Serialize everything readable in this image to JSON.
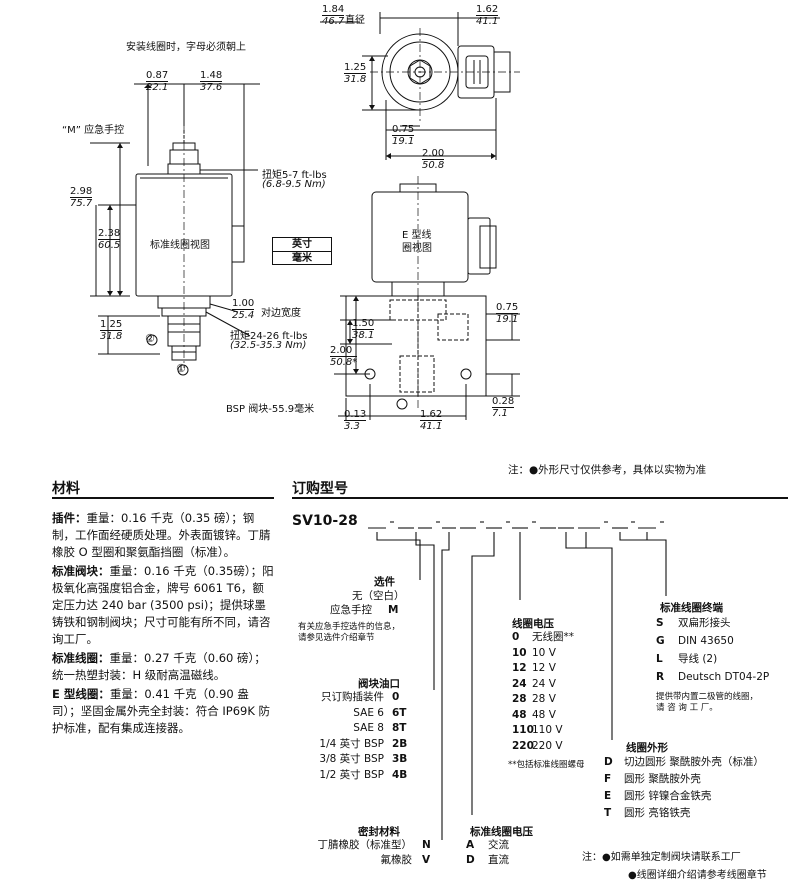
{
  "drawing": {
    "top_note": "安装线圈时，字母必须朝上",
    "manual_override": "“M” 应急手控",
    "dims": {
      "d087": {
        "in": "0.87",
        "mm": "22.1"
      },
      "d148": {
        "in": "1.48",
        "mm": "37.6"
      },
      "d298": {
        "in": "2.98",
        "mm": "75.7"
      },
      "d238": {
        "in": "2.38",
        "mm": "60.5"
      },
      "d125a": {
        "in": "1.25",
        "mm": "31.8"
      },
      "d100": {
        "in": "1.00",
        "mm": "25.4"
      },
      "d184": {
        "in": "1.84",
        "mm": "46.7"
      },
      "d162a": {
        "in": "1.62",
        "mm": "41.1"
      },
      "d125b": {
        "in": "1.25",
        "mm": "31.8"
      },
      "d075a": {
        "in": "0.75",
        "mm": "19.1"
      },
      "d200a": {
        "in": "2.00",
        "mm": "50.8"
      },
      "d075b": {
        "in": "0.75",
        "mm": "19.1"
      },
      "d150": {
        "in": "1.50",
        "mm": "38.1"
      },
      "d200b": {
        "in": "2.00",
        "mm": "50.8*"
      },
      "d028": {
        "in": "0.28",
        "mm": "7.1"
      },
      "d013": {
        "in": "0.13",
        "mm": "3.3"
      },
      "d162b": {
        "in": "1.62",
        "mm": "41.1"
      }
    },
    "diameter": "直径",
    "torque1": "扭矩5-7 ft-lbs",
    "torque1_nm": "(6.8-9.5 Nm)",
    "across_flats": "对边宽度",
    "torque2": "扭矩24-26 ft-lbs",
    "torque2_nm": "(32.5-35.3 Nm)",
    "std_coil_view": "标准线圈视图",
    "e_coil_view_1": "E 型线",
    "e_coil_view_2": "圈视图",
    "units_in": "英寸",
    "units_mm": "毫米",
    "bsp_block": "BSP 阀块-55.9毫米",
    "port1": "①",
    "port2": "②",
    "note_top": "注：●外形尺寸仅供参考，具体以实物为准"
  },
  "materials": {
    "heading": "材料",
    "items": [
      {
        "label": "插件：",
        "text": "重量：0.16 千克（0.35 磅）；钢制，工作面经硬质处理。外表面镀锌。丁腈橡胶 O 型圈和聚氨酯挡圈（标准）。"
      },
      {
        "label": "标准阀块：",
        "text": "重量：0.16 千克（0.35磅）；阳极氧化高强度铝合金，牌号 6061 T6，额定压力达 240 bar (3500 psi)；提供球墨铸铁和钢制阀块；尺寸可能有所不同，请咨询工厂。"
      },
      {
        "label": "标准线圈：",
        "text": "重量：0.27 千克（0.60 磅）；统一热塑封装：H 级耐高温磁线。"
      },
      {
        "label": "E 型线圈：",
        "text": "重量：0.41 千克（0.90 盎司）；坚固金属外壳全封装：符合 IP69K 防护标准，配有集成连接器。"
      }
    ]
  },
  "ordering": {
    "heading": "订购型号",
    "model": "SV10-28",
    "option": {
      "title": "选件",
      "rows": [
        {
          "name": "无（空白）",
          "code": ""
        },
        {
          "name": "应急手控",
          "code": "M"
        }
      ],
      "note1": "有关应急手控选件的信息，",
      "note2": "请参见选件介绍章节"
    },
    "port": {
      "title": "阀块油口",
      "rows": [
        {
          "name": "只订购插装件",
          "code": "0"
        },
        {
          "name": "SAE 6",
          "code": "6T"
        },
        {
          "name": "SAE 8",
          "code": "8T"
        },
        {
          "name": "1/4 英寸 BSP",
          "code": "2B"
        },
        {
          "name": "3/8 英寸 BSP",
          "code": "3B"
        },
        {
          "name": "1/2 英寸 BSP",
          "code": "4B"
        }
      ]
    },
    "seal": {
      "title": "密封材料",
      "rows": [
        {
          "name": "丁腈橡胶（标准型）",
          "code": "N"
        },
        {
          "name": "氟橡胶",
          "code": "V"
        }
      ]
    },
    "voltage": {
      "title": "线圈电压",
      "rows": [
        {
          "code": "0",
          "name": "无线圈**"
        },
        {
          "code": "10",
          "name": "10 V"
        },
        {
          "code": "12",
          "name": "12 V"
        },
        {
          "code": "24",
          "name": "24 V"
        },
        {
          "code": "28",
          "name": "28 V"
        },
        {
          "code": "48",
          "name": "48 V"
        },
        {
          "code": "110",
          "name": "110 V"
        },
        {
          "code": "220",
          "name": "220 V"
        }
      ],
      "note": "**包括标准线圈螺母"
    },
    "coil_voltage": {
      "title": "标准线圈电压",
      "rows": [
        {
          "code": "A",
          "name": "交流"
        },
        {
          "code": "D",
          "name": "直流"
        }
      ]
    },
    "termination": {
      "title": "标准线圈终端",
      "rows": [
        {
          "code": "S",
          "name": "双扁形接头"
        },
        {
          "code": "G",
          "name": "DIN 43650"
        },
        {
          "code": "L",
          "name": "导线 (2)"
        },
        {
          "code": "R",
          "name": "Deutsch DT04-2P"
        }
      ],
      "note1": "提供带内置二极管的线圈，",
      "note2": "请 咨 询 工 厂。"
    },
    "housing": {
      "title": "线圈外形",
      "rows": [
        {
          "code": "D",
          "name": "切边圆形  聚酰胺外壳（标准）"
        },
        {
          "code": "F",
          "name": "圆形  聚酰胺外壳"
        },
        {
          "code": "E",
          "name": "圆形  锌镍合金铁壳"
        },
        {
          "code": "T",
          "name": "圆形  亮铬铁壳"
        }
      ]
    },
    "note_block": "注：●如需单独定制阀块请联系工厂",
    "note_coil": "●线圈详细介绍请参考线圈章节"
  }
}
